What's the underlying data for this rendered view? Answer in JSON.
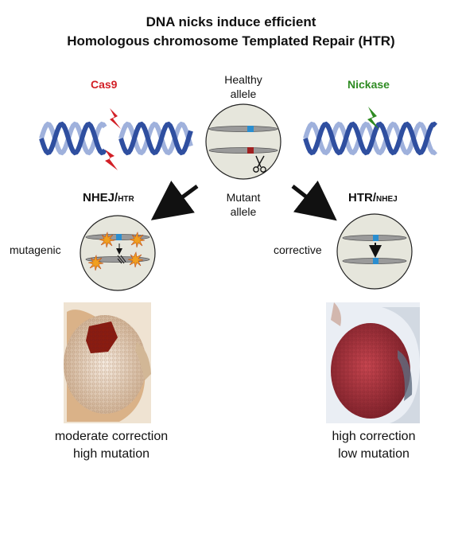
{
  "title": {
    "line1": "DNA nicks induce efficient",
    "line2": "Homologous chromosome Templated Repair (HTR)"
  },
  "labels": {
    "cas9": "Cas9",
    "nickase": "Nickase",
    "healthy_line1": "Healthy",
    "healthy_line2": "allele",
    "mutant_line1": "Mutant",
    "mutant_line2": "allele",
    "left_head_main": "NHEJ/",
    "left_head_small": "HTR",
    "right_head_main": "HTR/",
    "right_head_small": "NHEJ",
    "mutagenic": "mutagenic",
    "corrective": "corrective"
  },
  "captions": {
    "left_line1": "moderate correction",
    "left_line2": "high mutation",
    "right_line1": "high correction",
    "right_line2": "low mutation"
  },
  "colors": {
    "cas9_red": "#d21f26",
    "nickase_green": "#2e8b22",
    "dna_dark": "#2f4fa0",
    "dna_light": "#9fb1dc",
    "circle_fill": "#e6e6dc",
    "chromosome": "#9a9a9a",
    "healthy_mark": "#2a8ed0",
    "mutant_mark": "#a02020",
    "eye_red_left": "#8a1c10",
    "eye_red_right": "#b0303a"
  },
  "icons": {
    "scissors": "scissors-icon",
    "lightning_cas9": "lightning-bolt-icon",
    "lightning_nickase": "lightning-bolt-icon",
    "break_star": "burst-icon"
  }
}
